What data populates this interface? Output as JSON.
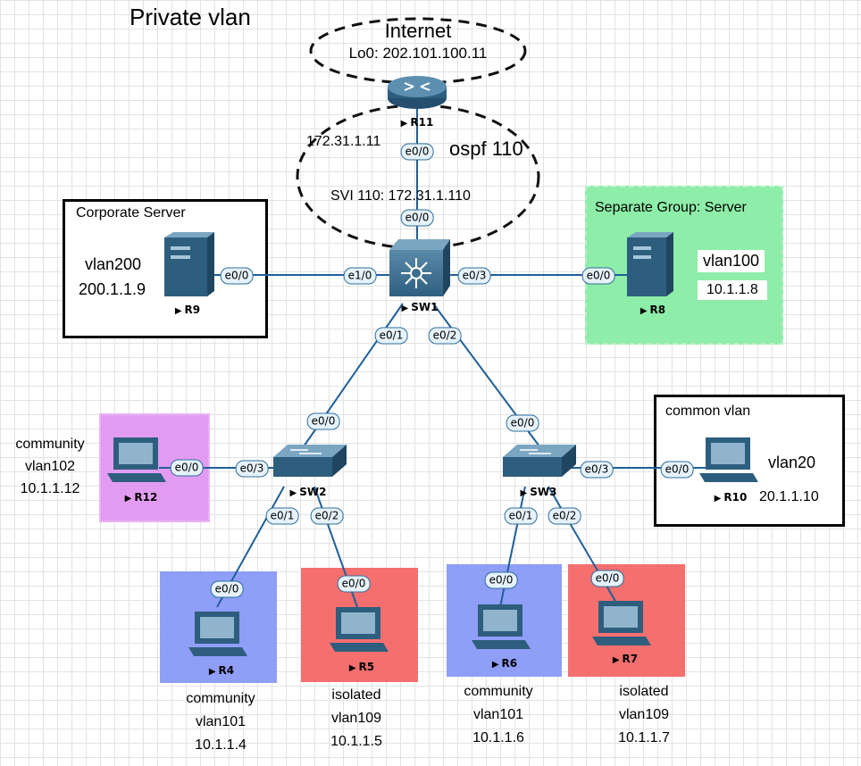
{
  "title": "Private vlan",
  "internet": {
    "label": "Internet",
    "loopback": "Lo0: 202.101.100.11"
  },
  "ospf": {
    "label": "ospf 110",
    "r11_ip": "172.31.1.11",
    "svi": "SVI 110: 172.31.1.110"
  },
  "devices": {
    "r11": "R11",
    "sw1": "SW1",
    "sw2": "SW2",
    "sw3": "SW3",
    "r9": "R9",
    "r8": "R8",
    "r12": "R12",
    "r10": "R10",
    "r4": "R4",
    "r5": "R5",
    "r6": "R6",
    "r7": "R7"
  },
  "ports": {
    "r11_e00": "e0/0",
    "sw1_e00": "e0/0",
    "sw1_e10": "e1/0",
    "sw1_e03": "e0/3",
    "sw1_e01": "e0/1",
    "sw1_e02": "e0/2",
    "r9_e00": "e0/0",
    "r8_e00": "e0/0",
    "sw2_e00": "e0/0",
    "sw2_e03": "e0/3",
    "sw2_e01": "e0/1",
    "sw2_e02": "e0/2",
    "sw3_e00": "e0/0",
    "sw3_e03": "e0/3",
    "sw3_e01": "e0/1",
    "sw3_e02": "e0/2",
    "r12_e00": "e0/0",
    "r10_e00": "e0/0",
    "r4_e00": "e0/0",
    "r5_e00": "e0/0",
    "r6_e00": "e0/0",
    "r7_e00": "e0/0"
  },
  "corporate": {
    "title": "Corporate Server",
    "vlan": "vlan200",
    "ip": "200.1.1.9"
  },
  "separate": {
    "title": "Separate Group: Server",
    "vlan": "vlan100",
    "ip": "10.1.1.8"
  },
  "common": {
    "title": "common vlan",
    "vlan": "vlan20",
    "ip": "20.1.1.10"
  },
  "r12info": {
    "type": "community",
    "vlan": "vlan102",
    "ip": "10.1.1.12"
  },
  "r4info": {
    "type": "community",
    "vlan": "vlan101",
    "ip": "10.1.1.4"
  },
  "r5info": {
    "type": "isolated",
    "vlan": "vlan109",
    "ip": "10.1.1.5"
  },
  "r6info": {
    "type": "community",
    "vlan": "vlan101",
    "ip": "10.1.1.6"
  },
  "r7info": {
    "type": "isolated",
    "vlan": "vlan109",
    "ip": "10.1.1.7"
  },
  "colors": {
    "link": "#1f5f99",
    "device": "#2e5e7e",
    "community_blue": "#8f9ef7",
    "isolated_red": "#f56f6f",
    "community_violet": "#e19cf1",
    "separate_green": "#8eeda8"
  }
}
